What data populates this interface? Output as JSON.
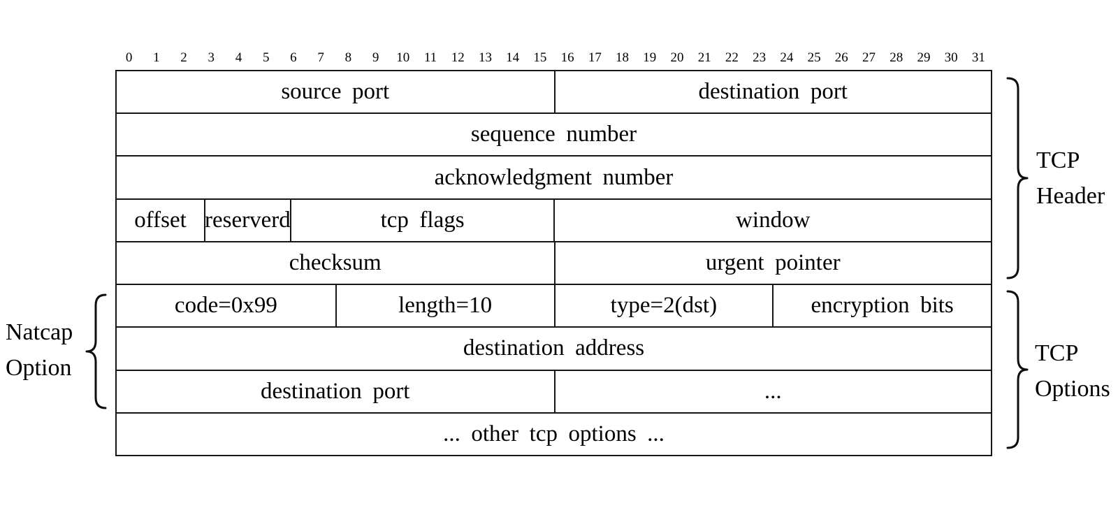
{
  "bits": [
    "0",
    "1",
    "2",
    "3",
    "4",
    "5",
    "6",
    "7",
    "8",
    "9",
    "10",
    "11",
    "12",
    "13",
    "14",
    "15",
    "16",
    "17",
    "18",
    "19",
    "20",
    "21",
    "22",
    "23",
    "24",
    "25",
    "26",
    "27",
    "28",
    "29",
    "30",
    "31"
  ],
  "fields": {
    "source_port": "source port",
    "destination_port": "destination port",
    "sequence_number": "sequence number",
    "acknowledgment_number": "acknowledgment number",
    "offset": "offset",
    "reserved": "reserverd",
    "tcp_flags": "tcp flags",
    "window": "window",
    "checksum": "checksum",
    "urgent_pointer": "urgent pointer",
    "natcap_code": "code=0x99",
    "natcap_length": "length=10",
    "natcap_type": "type=2(dst)",
    "natcap_encryption_bits": "encryption bits",
    "natcap_destination_address": "destination address",
    "natcap_destination_port": "destination port",
    "continuation_dots": "...",
    "other_options": "... other tcp options ..."
  },
  "annotations": {
    "natcap": {
      "line1": "Natcap",
      "line2": "Option"
    },
    "tcp_header": {
      "line1": "TCP",
      "line2": "Header"
    },
    "tcp_options": {
      "line1": "TCP",
      "line2": "Options"
    }
  },
  "colors": {
    "background": "#ffffff",
    "line": "#161616",
    "text": "#000000"
  }
}
